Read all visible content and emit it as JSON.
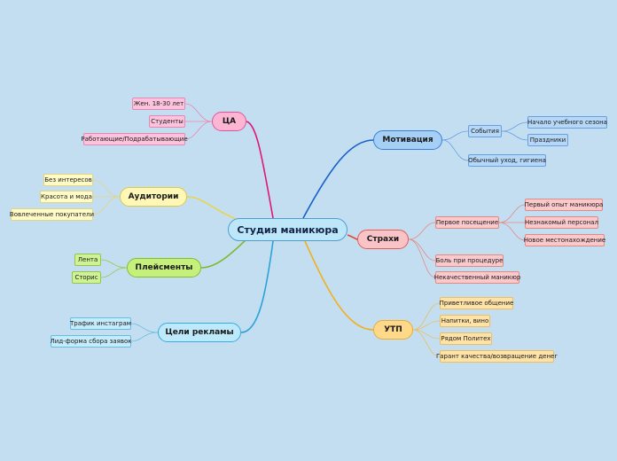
{
  "root": "Студия маникюра",
  "colors": {
    "background": "#c4def1",
    "ca": "#e0157a",
    "audience": "#e8d44a",
    "placements": "#7ab82a",
    "ads": "#2ba3d8",
    "motivation": "#1560c8",
    "fears": "#e0462e",
    "usp": "#f0b020"
  },
  "ca": {
    "label": "ЦА",
    "children": [
      "Жен. 18-30 лет",
      "Студенты",
      "Работающие/Подрабатывающие"
    ]
  },
  "audiences": {
    "label": "Аудитории",
    "children": [
      "Без интересов",
      "Красота и мода",
      "Вовлеченные покупатели"
    ]
  },
  "placements": {
    "label": "Плейсменты",
    "children": [
      "Лента",
      "Сторис"
    ]
  },
  "ad_goals": {
    "label": "Цели рекламы",
    "children": [
      "Трафик инстаграм",
      "Лид-форма сбора заявок"
    ]
  },
  "motivation": {
    "label": "Мотивация",
    "events": {
      "label": "События",
      "children": [
        "Начало учебного сезона",
        "Праздники"
      ]
    },
    "hygiene": "Обычный уход, гигиена"
  },
  "fears": {
    "label": "Страхи",
    "first_visit": {
      "label": "Первое посещение",
      "children": [
        "Первый опыт маникюра",
        "Незнакомый персонал",
        "Новое местонахождение"
      ]
    },
    "pain": "Боль при процедуре",
    "bad_manicure": "Некачественный маникюр"
  },
  "usp": {
    "label": "УТП",
    "children": [
      "Приветливое общение",
      "Напитки, вино",
      "Рядом Политех",
      "Гарант качества/возвращение денег"
    ]
  }
}
